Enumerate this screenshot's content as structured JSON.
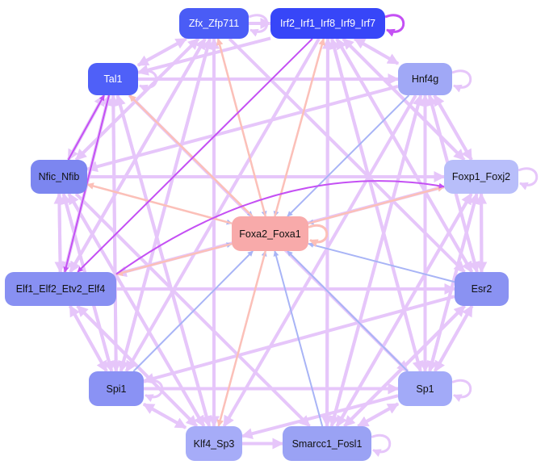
{
  "nodes": [
    {
      "id": "zfx",
      "label": "Zfx_Zfp711",
      "color": "#4a5cf6",
      "dark": true
    },
    {
      "id": "irf",
      "label": "Irf2_Irf1_Irf8_Irf9_Irf7",
      "color": "#3746f8",
      "dark": true
    },
    {
      "id": "tal1",
      "label": "Tal1",
      "color": "#4f60f8",
      "dark": true
    },
    {
      "id": "hnf4g",
      "label": "Hnf4g",
      "color": "#a0a8f6",
      "dark": false
    },
    {
      "id": "nfic",
      "label": "Nfic_Nfib",
      "color": "#7c86f0",
      "dark": false
    },
    {
      "id": "foxp1",
      "label": "Foxp1_Foxj2",
      "color": "#b8befa",
      "dark": false
    },
    {
      "id": "foxa2",
      "label": "Foxa2_Foxa1",
      "color": "#f8aaaa",
      "dark": false
    },
    {
      "id": "elf1",
      "label": "Elf1_Elf2_Etv2_Elf4",
      "color": "#8890f2",
      "dark": false
    },
    {
      "id": "esr2",
      "label": "Esr2",
      "color": "#8a92f2",
      "dark": false
    },
    {
      "id": "spi1",
      "label": "Spi1",
      "color": "#8a92f4",
      "dark": false
    },
    {
      "id": "sp1",
      "label": "Sp1",
      "color": "#a2aaf8",
      "dark": false
    },
    {
      "id": "klf4",
      "label": "Klf4_Sp3",
      "color": "#a6acf8",
      "dark": false
    },
    {
      "id": "smarcc1",
      "label": "Smarcc1_Fosl1",
      "color": "#9aa2f4",
      "dark": false
    }
  ],
  "edge_colors": {
    "default": "#e6c6fa",
    "to_hub": "#a8b4f6",
    "from_hub": "#fcc0b8",
    "strong": "#c450f4"
  },
  "strong_edges": [
    [
      "elf1",
      "foxp1"
    ],
    [
      "tal1",
      "elf1"
    ],
    [
      "irf",
      "elf1"
    ],
    [
      "nfic",
      "tal1"
    ]
  ],
  "self_loops": [
    "zfx",
    "irf",
    "tal1",
    "hnf4g",
    "foxp1",
    "sp1",
    "spi1",
    "smarcc1",
    "foxa2"
  ],
  "hub": "foxa2"
}
